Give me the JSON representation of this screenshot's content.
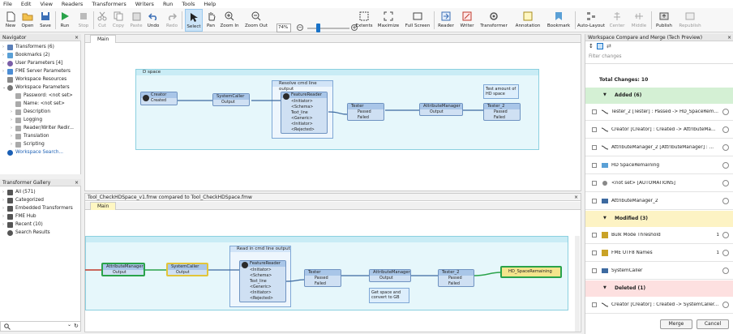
{
  "menu": [
    "File",
    "Edit",
    "View",
    "Readers",
    "Transformers",
    "Writers",
    "Run",
    "Tools",
    "Help"
  ],
  "toolbar": {
    "new": "New",
    "open": "Open",
    "save": "Save",
    "run": "Run",
    "stop": "Stop",
    "cut": "Cut",
    "copy": "Copy",
    "paste": "Paste",
    "undo": "Undo",
    "redo": "Redo",
    "select": "Select",
    "pan": "Pan",
    "zoom_in": "Zoom In",
    "zoom_out": "Zoom Out",
    "zoom_value": "74%",
    "extents": "Extents",
    "maximize": "Maximize",
    "full_screen": "Full Screen",
    "reader": "Reader",
    "writer": "Writer",
    "transformer": "Transformer",
    "annotation": "Annotation",
    "bookmark": "Bookmark",
    "auto_layout": "Auto-Layout",
    "center": "Center",
    "middle": "Middle",
    "publish": "Publish",
    "republish": "Republish"
  },
  "navigator": {
    "title": "Navigator",
    "items": [
      "Transformers (6)",
      "Bookmarks (2)",
      "User Parameters [4]",
      "FME Server Parameters",
      "Workspace Resources",
      "Workspace Parameters",
      "Password: <not set>",
      "Name: <not set>",
      "Description",
      "Logging",
      "Reader/Writer Redir...",
      "Translation",
      "Scripting",
      "Workspace Search..."
    ]
  },
  "gallery": {
    "title": "Transformer Gallery",
    "items": [
      "All (571)",
      "Categorized",
      "Embedded Transformers",
      "FME Hub",
      "Recent (10)",
      "Search Results"
    ]
  },
  "main_canvas": {
    "tab": "Main",
    "bookmark": "D space",
    "inner_bookmark": "Resolve cmd line output",
    "nodes": {
      "creator": "Creator",
      "creator_port": "Created",
      "systemcaller": "SystemCaller",
      "systemcaller_port": "Output",
      "featurereader": "FeatureReader",
      "fr_ports": [
        "<Initiator>",
        "<Schema>",
        "Text_line",
        "<Generic>",
        "<Initiator>",
        "<Rejected>"
      ],
      "tester": "Tester",
      "tester_ports": [
        "Passed",
        "Failed"
      ],
      "attrmanager": "AttributeManager",
      "attrmanager_port": "Output",
      "tester2": "Tester_2",
      "tester2_ports": [
        "Passed",
        "Failed"
      ]
    },
    "note": "Test amount of HD space"
  },
  "compare_canvas": {
    "title": "Tool_CheckHDSpace_v1.fmw compared to Tool_CheckHDSpace.fmw",
    "tab": "Main",
    "inner_bookmark": "Read in cmd line output",
    "nodes": {
      "attrmanager2": "AttributeManager_2",
      "attrmanager2_port": "Output",
      "systemcaller": "SystemCaller",
      "systemcaller_port": "Output",
      "featurereader": "FeatureReader",
      "tester": "Tester",
      "tester_ports": [
        "Passed",
        "Failed"
      ],
      "attrmanager": "AttributeManager",
      "attrmanager_port": "Output",
      "tester2": "Tester_2",
      "tester2_ports": [
        "Passed",
        "Failed"
      ],
      "hd": "HD_SpaceRemaining"
    },
    "note": "Get space and convert to GB"
  },
  "compare_panel": {
    "title": "Workspace Compare and Merge (Tech Preview)",
    "filter_placeholder": "Filter changes",
    "total": "Total Changes: 10",
    "added": "Added (6)",
    "added_items": [
      "Tester_2 [Tester] : Passed -> HD_SpaceRem...",
      "Creator [Creator] : Created -> AttributeMa...",
      "AttributeManager_2 [AttributeManager] : ...",
      "HD SpaceRemaining",
      "<not set> [AUTOMATIONS]",
      "AttributeManager_2"
    ],
    "modified": "Modified (3)",
    "modified_items": [
      "Bulk Mode Threshold",
      "FME UTF8 Names",
      "SystemCaller"
    ],
    "modified_counts": [
      "1",
      "1",
      ""
    ],
    "deleted": "Deleted (1)",
    "deleted_items": [
      "Creator [Creator] : Created -> SystemCaller..."
    ],
    "merge": "Merge",
    "cancel": "Cancel"
  },
  "colors": {
    "added": "#d4f0d4",
    "modified": "#fdf3c4",
    "deleted": "#fde0e0",
    "accent": "#1a73c8"
  }
}
